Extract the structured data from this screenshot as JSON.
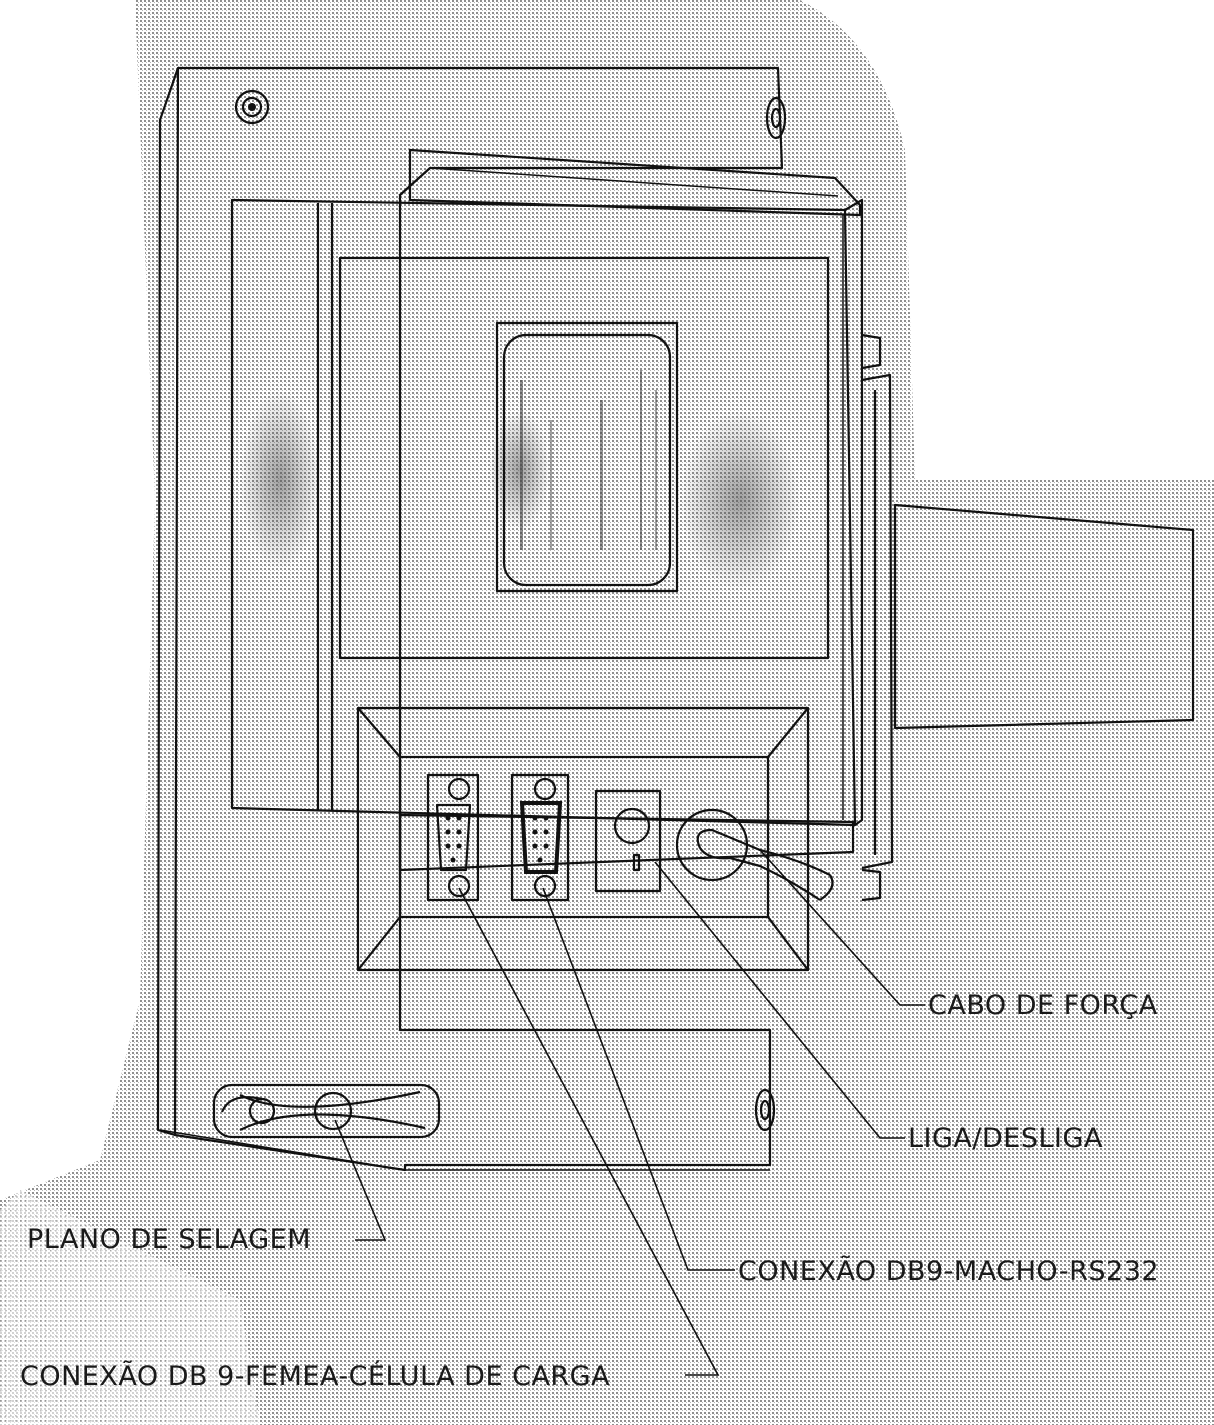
{
  "diagram": {
    "labels": {
      "power_cable": "CABO DE FORÇA",
      "on_off": "LIGA/DESLIGA",
      "sealing_plane": "PLANO DE SELAGEM",
      "db9_male": "CONEXÃO DB9-MACHO-RS232",
      "db9_female": "CONEXÃO DB 9-FEMEA-CÉLULA DE CARGA"
    },
    "colors": {
      "background": "#ffffff",
      "stipple": "#9a9a9a",
      "line": "#111111"
    }
  }
}
